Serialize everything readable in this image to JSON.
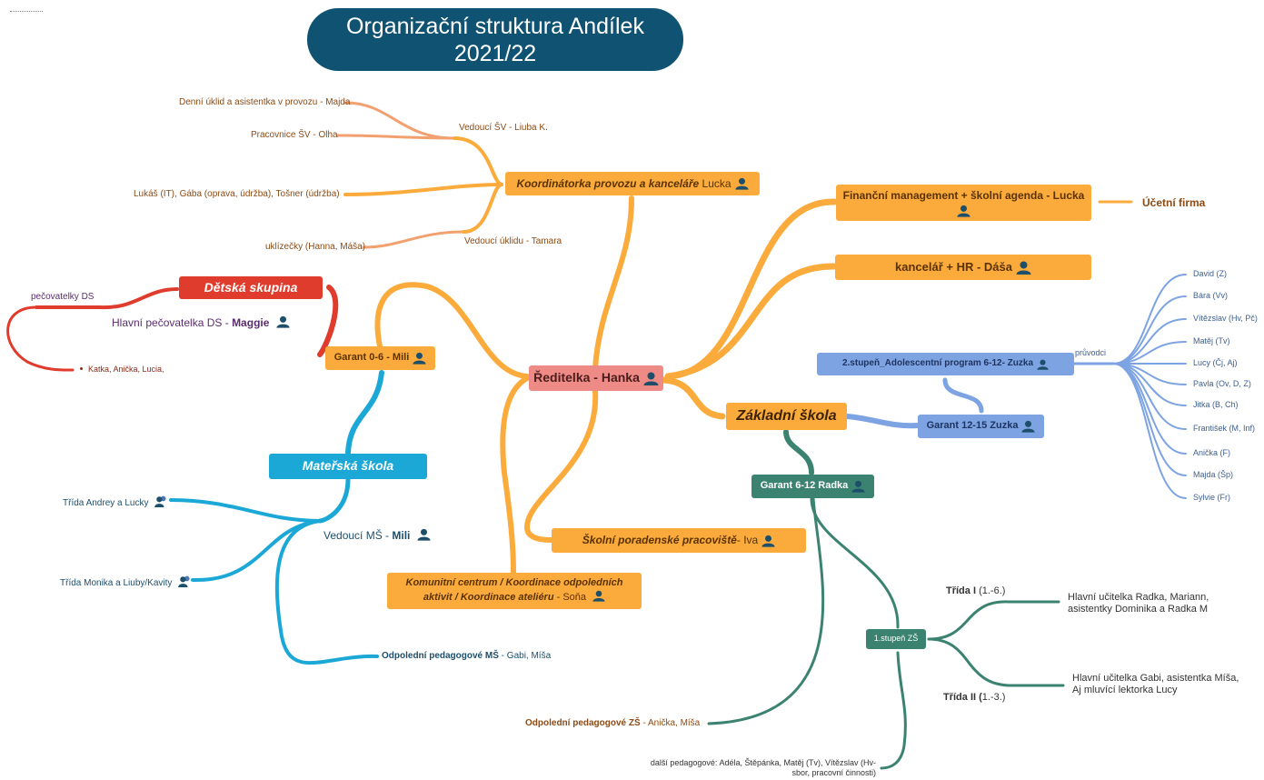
{
  "title": "Organizační struktura Andílek 2021/22",
  "title_line1": "Organizační struktura Andílek",
  "title_line2": "2021/22",
  "center": {
    "label": "Ředitelka - Hanka"
  },
  "provoz": {
    "bold": "Koordinátorka provozu a kanceláře",
    "name": "Lucka",
    "vedouci_sv": "Vedoucí ŠV - Liuba K.",
    "vedouci_uklidu": "Vedoucí úklidu - Tamara",
    "leaves": {
      "uklid": "Denní úklid a asistentka v provozu - Majda",
      "olha": "Pracovnice ŠV - Olha",
      "udrzba": "Lukáš (IT), Gába (oprava, údržba), Tošner (údržba)",
      "uklizecky": "uklízečky (Hanna, Máša)"
    }
  },
  "finance": {
    "line1": "Finanční management + školní agenda - Lucka",
    "ucetni": "Účetní firma"
  },
  "hr": {
    "label": "kancelář + HR - Dáša"
  },
  "zs": {
    "label": "Základní škola",
    "adolescent": "2.stupeň_Adolescentní program 6-12- Zuzka",
    "pruvodci": "průvodci",
    "guides": [
      "David (Z)",
      "Bára (Vv)",
      "Vítězslav (Hv, Pč)",
      "Matěj (Tv)",
      "Lucy (Čj, Aj)",
      "Pavla (Ov, D, Z)",
      "Jitka (B, Ch)",
      "František (M, Inf)",
      "Anička (F)",
      "Majda (Šp)",
      "Sylvie (Fr)"
    ],
    "garant1215": "Garant 12-15 Zuzka",
    "garant612": "Garant 6-12 Radka",
    "stupen1": "1.stupeň ZŠ",
    "trida1_bold": "Třída I",
    "trida1_rest": " (1.-6.)",
    "trida1_desc": "Hlavní učitelka Radka, Mariann, asistentky Dominika a Radka M",
    "trida2_bold": "Třída II (",
    "trida2_rest": "1.-3.)",
    "trida2_desc": "Hlavní učitelka Gabi, asistentka Míša, Aj mluvící lektorka Lucy",
    "odpoledni_bold": "Odpolední pedagogové ZŠ",
    "odpoledni_rest": " - Anička, Míša",
    "dalsi": "další pedagogové: Adéla, Štěpánka, Matěj (Tv), Vítězslav (Hv-sbor, pracovní činnosti)"
  },
  "spp": {
    "bold": "Školní poradenské pracoviště",
    "rest": " - Iva"
  },
  "kc": {
    "bold": "Komunitní centrum / Koordinace odpoledních aktivit / Koordinace ateliéru",
    "rest": " - Soňa"
  },
  "garant06": {
    "label": "Garant 0-6 - Mili"
  },
  "ds": {
    "label": "Dětská skupina",
    "pecovatelky": "pečovatelky DS",
    "hlavni": "Hlavní pečovatelka DS - ",
    "hlavni_name": "Maggie",
    "staff": "Katka, Anička, Lucia,"
  },
  "ms": {
    "label": "Mateřská škola",
    "vedouci": "Vedoucí MŠ - ",
    "vedouci_name": "Mili",
    "trida1": "Třída Andrey a Lucky",
    "trida2": "Třída Monika a Liuby/Kavity",
    "odpoledni_bold": "Odpolední pedagogové MŠ",
    "odpoledni_rest": " - Gabi, Míša"
  },
  "colors": {
    "orange": "#fbab3b",
    "red": "#e03c2d",
    "center": "#ee8b86",
    "cyan": "#1ba8d6",
    "green": "#3b8370",
    "blue": "#7da3e2",
    "title_bg": "#0f5272"
  }
}
